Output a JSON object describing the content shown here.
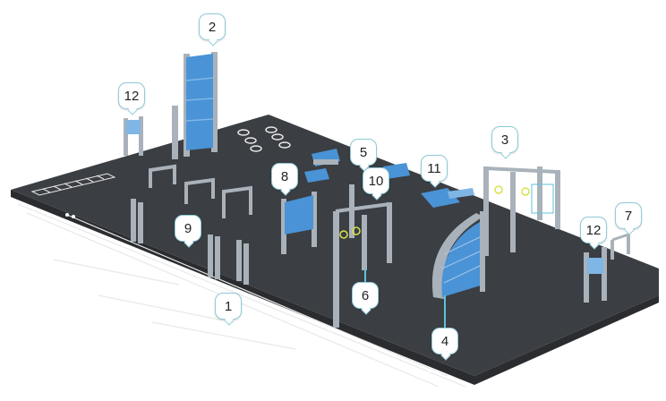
{
  "colors": {
    "floor": "#3b3e42",
    "floor_edge": "#2a2c2f",
    "line": "#e8e8e8",
    "metal": "#a9b2ba",
    "metal_dark": "#7c868e",
    "panel": "#4a93d6",
    "panel_light": "#7fb6e6",
    "accent": "#5fc1dc",
    "ring": "#d8e24a"
  },
  "callouts": [
    {
      "id": "1",
      "label": "1"
    },
    {
      "id": "2",
      "label": "2"
    },
    {
      "id": "3",
      "label": "3"
    },
    {
      "id": "4",
      "label": "4"
    },
    {
      "id": "5",
      "label": "5"
    },
    {
      "id": "6",
      "label": "6"
    },
    {
      "id": "7",
      "label": "7"
    },
    {
      "id": "8",
      "label": "8"
    },
    {
      "id": "9",
      "label": "9"
    },
    {
      "id": "10",
      "label": "10"
    },
    {
      "id": "11",
      "label": "11"
    },
    {
      "id": "12a",
      "label": "12"
    },
    {
      "id": "12b",
      "label": "12"
    }
  ]
}
